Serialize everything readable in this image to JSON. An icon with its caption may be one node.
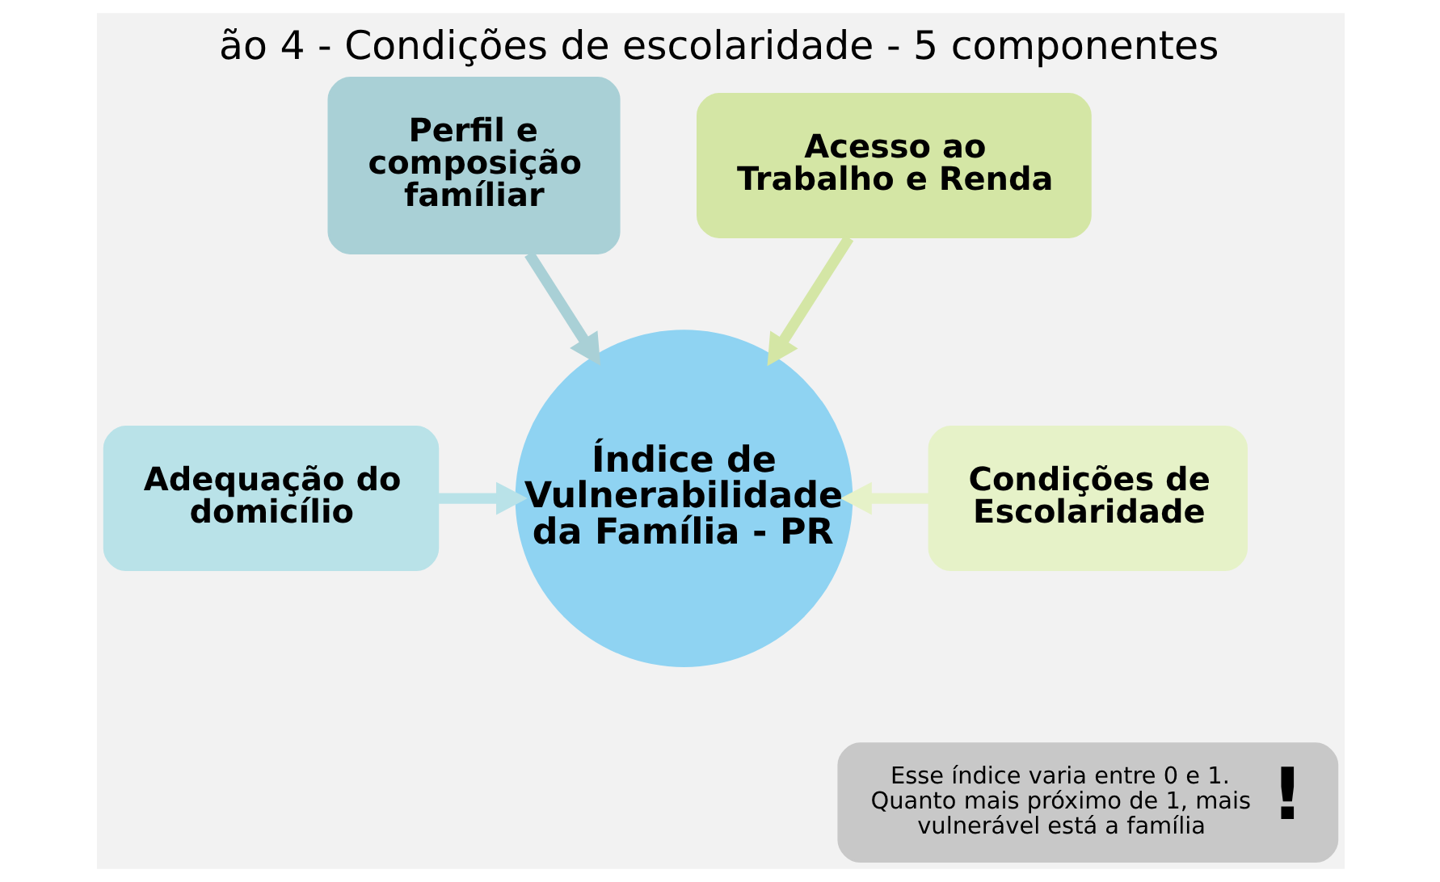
{
  "diagram": {
    "title": "ão 4 - Condições de escolaridade - 5 componentes",
    "nodes": [
      {
        "text": [
          "Perfil e composição famíliar"
        ]
      },
      {
        "text": [
          "Acesso ao Trabalho e Renda"
        ]
      },
      {
        "text": [
          "Adequação do domicílio"
        ]
      },
      {
        "text": [
          "Índice de Vulnerabilidade da Família - PR"
        ]
      },
      {
        "text": [
          "Condições de Escolaridade"
        ]
      },
      {
        "text": [
          "Esse índice varia entre 0 e 1. Quanto mais próximo de 1, mais vulnerável está a família",
          "!"
        ]
      }
    ],
    "edges": [
      {
        "from": 0,
        "to": 3,
        "arrow": "to"
      },
      {
        "from": 1,
        "to": 3,
        "arrow": "to"
      },
      {
        "from": 2,
        "to": 3,
        "arrow": "to"
      },
      {
        "from": 4,
        "to": 3,
        "arrow": "to"
      }
    ]
  }
}
